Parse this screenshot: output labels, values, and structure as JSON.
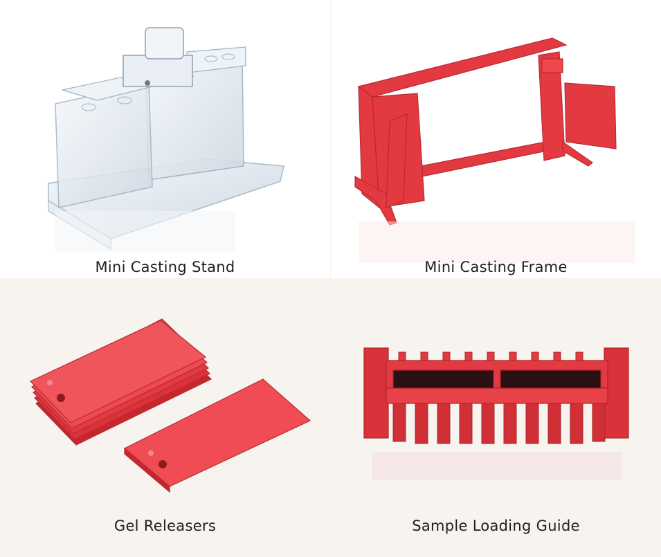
{
  "colors": {
    "background": "#f7f3ee",
    "product_red": "#e23a40",
    "clear_acrylic": "#dbe4ec"
  },
  "items": [
    {
      "caption": "Mini Casting Stand",
      "image": "clear-acrylic-casting-stand"
    },
    {
      "caption": "Mini Casting Frame",
      "image": "red-casting-frame"
    },
    {
      "caption": "Gel Releasers",
      "image": "red-gel-releaser-plates"
    },
    {
      "caption": "Sample Loading Guide",
      "image": "red-sample-loading-comb"
    }
  ]
}
